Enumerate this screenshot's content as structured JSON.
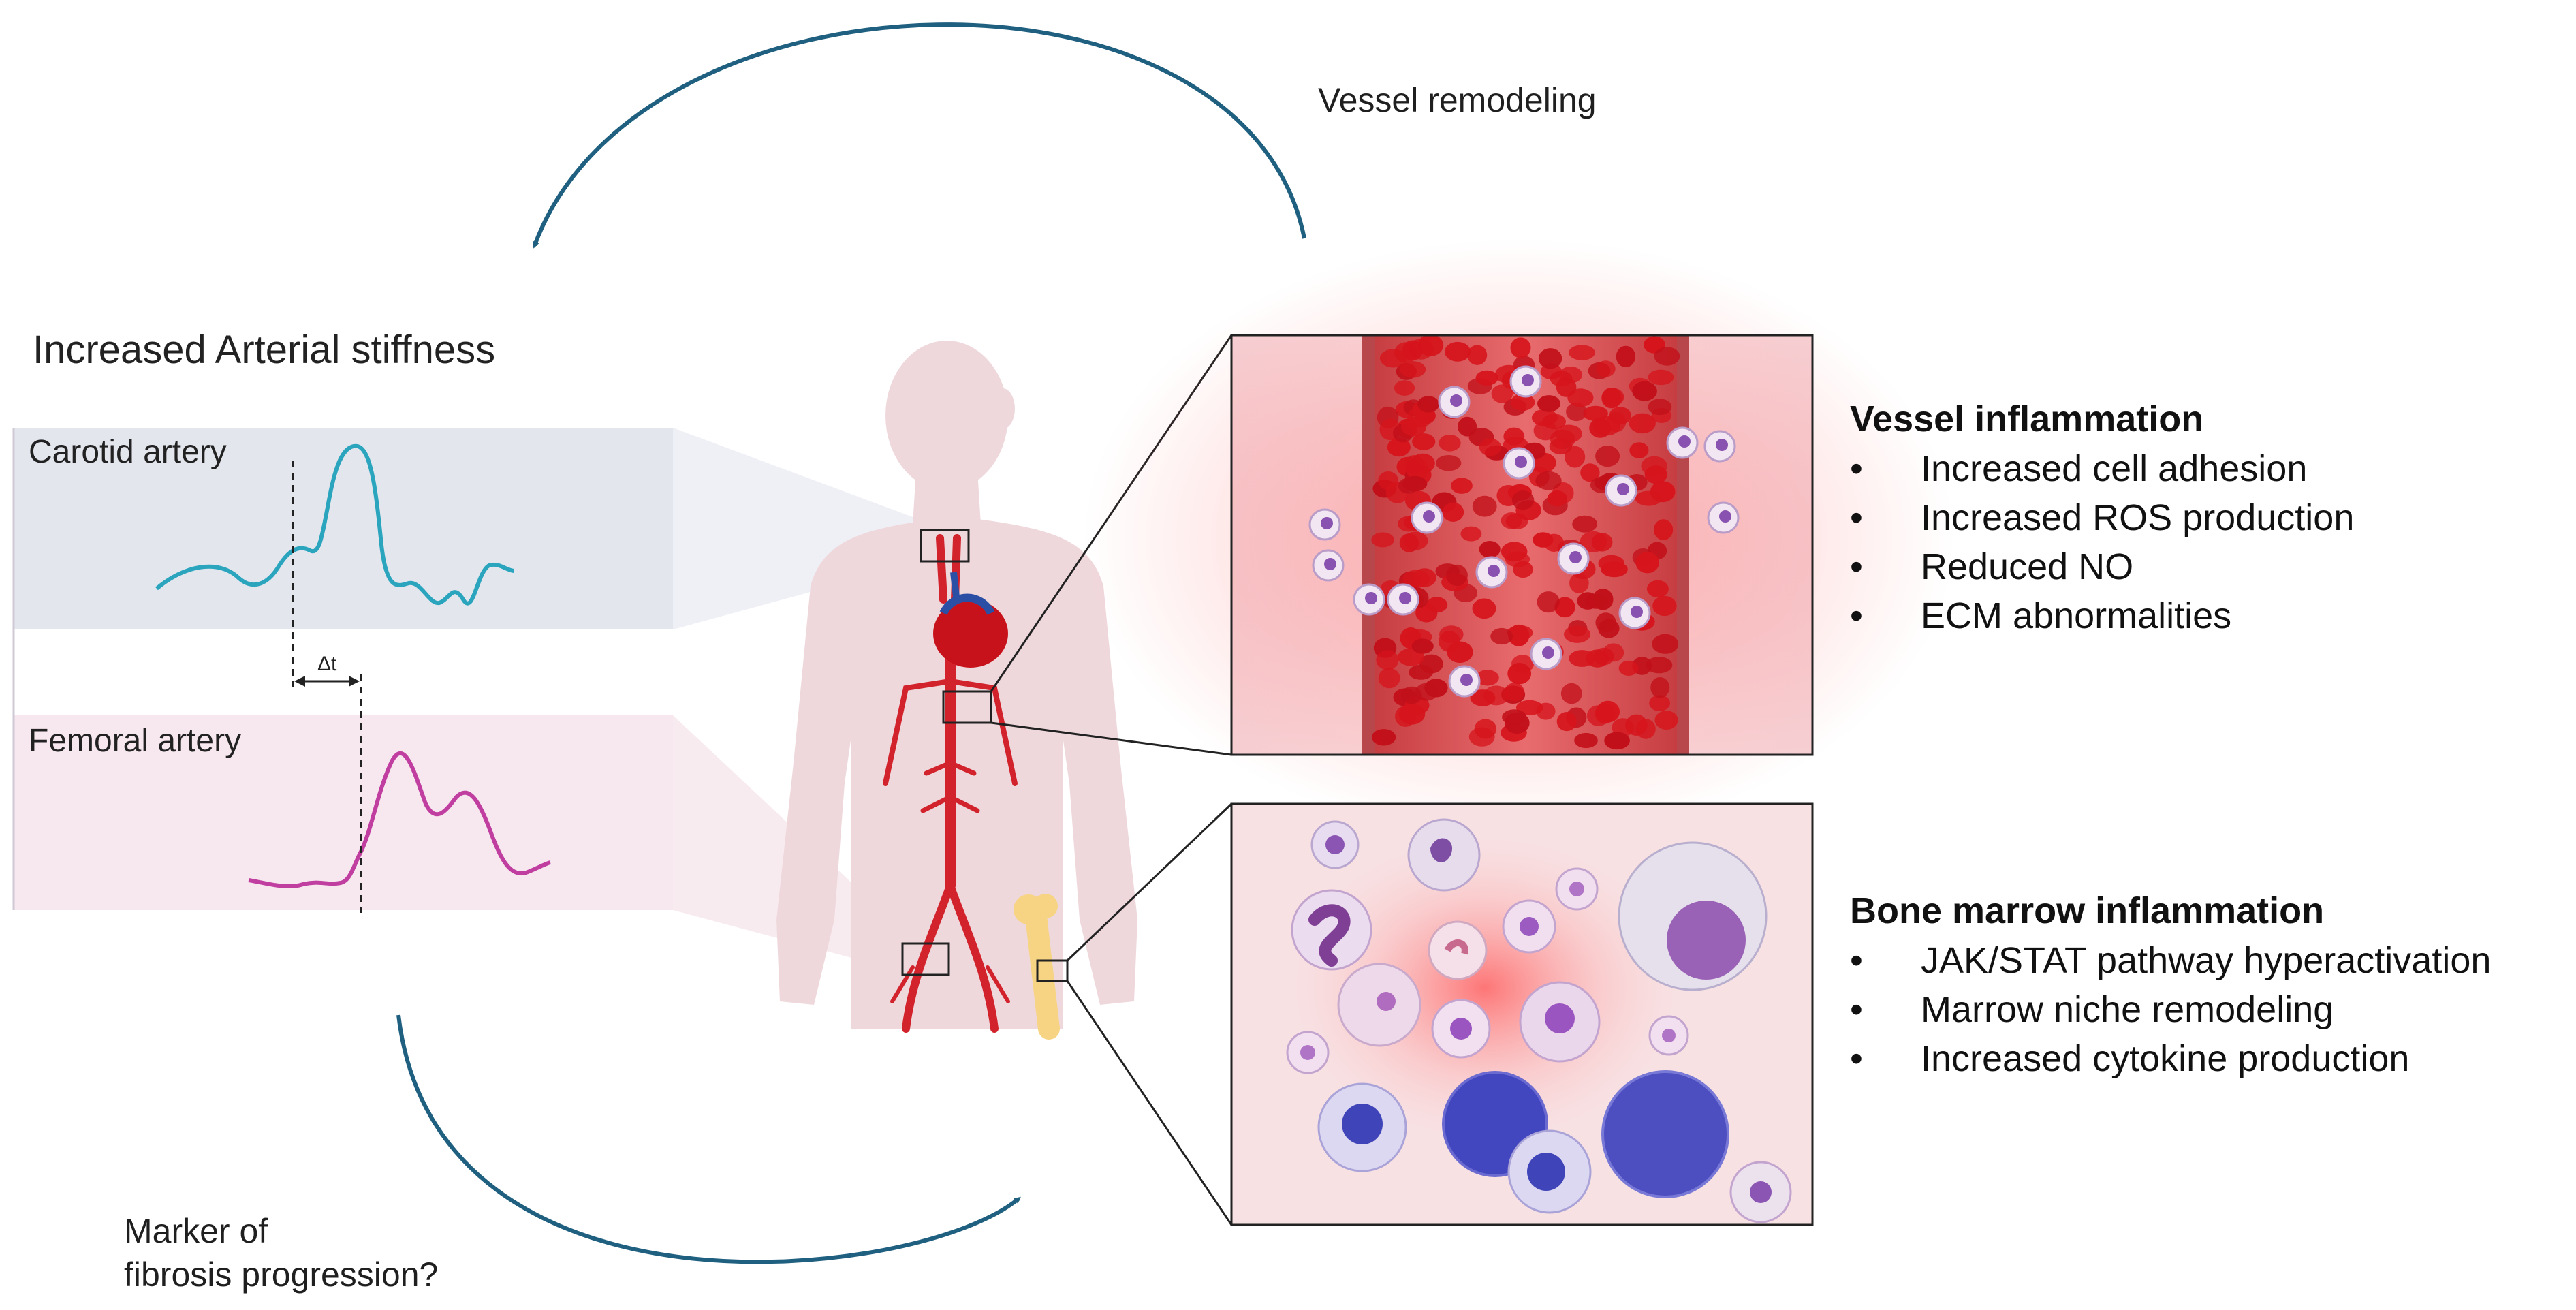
{
  "labels": {
    "arterial_stiffness": "Increased Arterial stiffness",
    "carotid": "Carotid artery",
    "femoral": "Femoral artery",
    "delta_t": "Δt",
    "vessel_remodeling": "Vessel remodeling",
    "marker_line1": "Marker of",
    "marker_line2": "fibrosis progression?"
  },
  "vessel_inflammation": {
    "title": "Vessel inflammation",
    "items": [
      "Increased cell adhesion",
      "Increased ROS production",
      "Reduced NO",
      "ECM abnormalities"
    ]
  },
  "bone_marrow_inflammation": {
    "title": "Bone marrow inflammation",
    "items": [
      "JAK/STAT pathway hyperactivation",
      "Marrow niche remodeling",
      "Increased cytokine production"
    ]
  },
  "colors": {
    "cycle_arrow": "#1f5f7f",
    "carotid_wave": "#2aa5bd",
    "femoral_wave": "#c03ea0",
    "carotid_panel": "#e4e6ee",
    "femoral_panel": "#f7e7ef",
    "artery_red": "#d2232c",
    "rbc_red": "#d6141c",
    "body_fill": "#efd8dc",
    "bone_yellow": "#f6d483"
  }
}
